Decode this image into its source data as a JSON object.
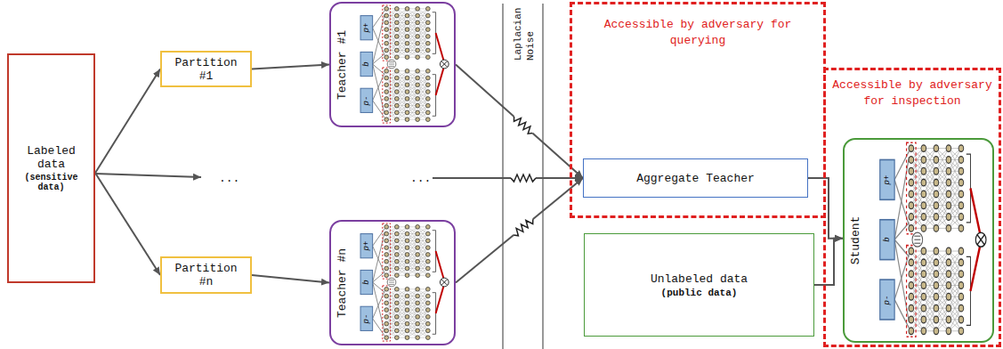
{
  "diagram": {
    "nodes": [
      {
        "text": [
          "Labeled data",
          "(sensitive data)"
        ]
      },
      {
        "text": [
          "Partition #1"
        ]
      },
      {
        "text": [
          "Partition #n"
        ]
      },
      {
        "text": [
          "Teacher #1"
        ]
      },
      {
        "text": [
          "Teacher #n"
        ]
      },
      {
        "text": [
          "Accessible by adversary for querying"
        ]
      },
      {
        "text": [
          "Aggregate Teacher"
        ],
        "in": 5
      },
      {
        "text": [
          "Unlabeled data",
          "(public data)"
        ]
      },
      {
        "text": [
          "Accessible by adversary for inspection"
        ]
      },
      {
        "text": [
          "Student"
        ],
        "in": 8
      }
    ],
    "edges": [
      {
        "from": 0,
        "to": 1,
        "arrow": "to"
      },
      {
        "from": 0,
        "to": 2,
        "arrow": "to"
      },
      {
        "from": 1,
        "to": 3,
        "arrow": "to"
      },
      {
        "from": 2,
        "to": 4,
        "arrow": "to"
      },
      {
        "from": 3,
        "to": 6,
        "arrow": "to"
      },
      {
        "from": 4,
        "to": 6,
        "arrow": "to"
      },
      {
        "from": 6,
        "to": 9,
        "arrow": "to"
      },
      {
        "from": 7,
        "to": 9,
        "arrow": "to"
      }
    ],
    "labels": [
      "...",
      "...",
      "Laplacian Noise",
      "p+",
      "b",
      "p-",
      "p+",
      "b",
      "p-",
      "p+",
      "b",
      "p-"
    ]
  }
}
